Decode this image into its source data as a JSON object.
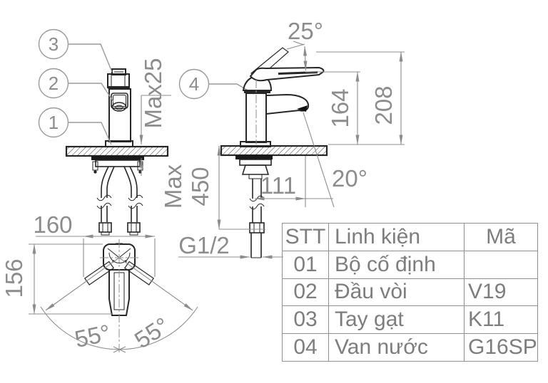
{
  "drawing": {
    "callouts": [
      "1",
      "2",
      "3",
      "4"
    ],
    "front_view": {
      "counter_thickness": "Max25"
    },
    "side_view": {
      "handle_angle": "25°",
      "spout_height": "164",
      "total_height": "208",
      "stream_angle": "20°",
      "spout_reach": "111",
      "supply_max_label": "Max",
      "supply_length": "450",
      "thread_size": "G1/2"
    },
    "top_view": {
      "swing_width": "160",
      "depth": "156",
      "swing_left": "55°",
      "swing_right": "55°"
    }
  },
  "table": {
    "headers": [
      "STT",
      "Linh kiện",
      "Mã"
    ],
    "rows": [
      [
        "01",
        "Bộ cố định",
        ""
      ],
      [
        "02",
        "Đầu vòi",
        "V19"
      ],
      [
        "03",
        "Tay gạt",
        "K11"
      ],
      [
        "04",
        "Van nước",
        "G16SP"
      ]
    ]
  },
  "colors": {
    "line": "#262626",
    "dim": "#8c8c8c",
    "background": "#ffffff"
  }
}
